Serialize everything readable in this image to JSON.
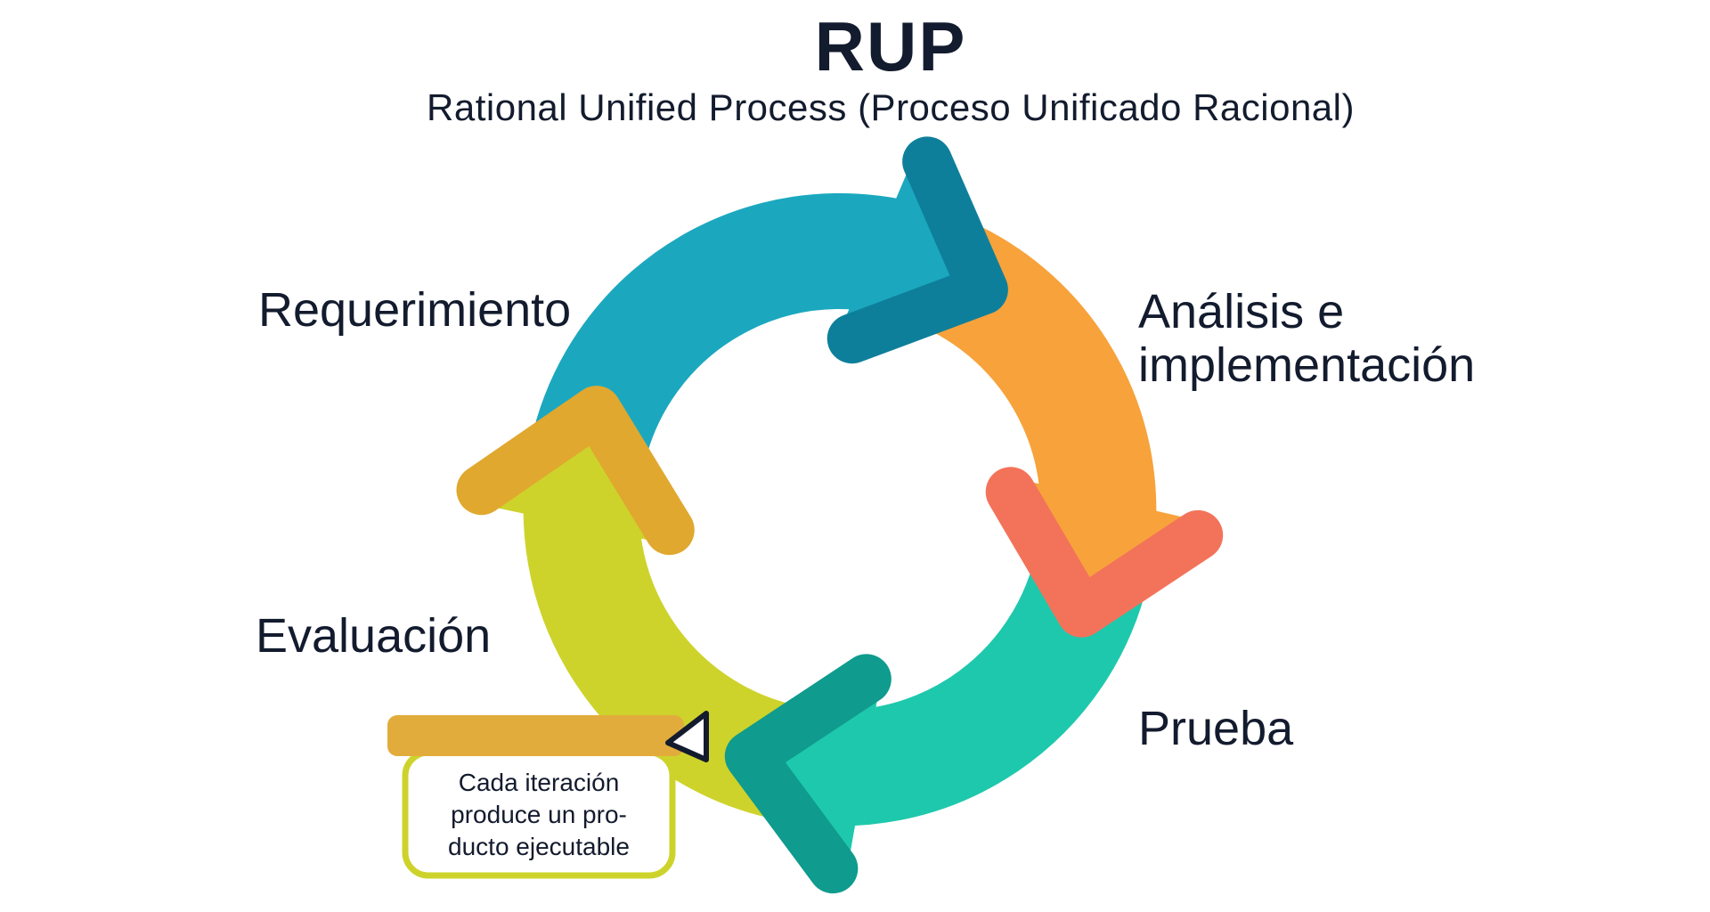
{
  "title": "RUP",
  "subtitle": "Rational Unified Process (Proceso Unificado Racional)",
  "diagram": {
    "type": "cycle",
    "direction": "clockwise",
    "phases": [
      {
        "id": "requerimiento",
        "label": "Requerimiento",
        "arc_color": "#1BA8BF",
        "arrow_color": "#0E7F9B"
      },
      {
        "id": "analisis",
        "label": "Análisis e implementación",
        "label_lines": [
          "Análisis e",
          "implementación"
        ],
        "arc_color": "#F7A23B",
        "arrow_color": "#F3735A"
      },
      {
        "id": "prueba",
        "label": "Prueba",
        "arc_color": "#1EC8AC",
        "arrow_color": "#0F9B8E"
      },
      {
        "id": "evaluacion",
        "label": "Evaluación",
        "arc_color": "#CDD32B",
        "arrow_color": "#E0A82E"
      }
    ],
    "callout": {
      "text": "Cada iteración produce un producto ejecutable",
      "lines": [
        "Cada iteración",
        "produce un pro-",
        "ducto ejecutable"
      ],
      "bar_color": "#E2AC3C",
      "border_color": "#CDD32B",
      "pointer_color": "#131B2E"
    }
  },
  "colors": {
    "text": "#131B2E",
    "background": "#FFFFFF"
  }
}
